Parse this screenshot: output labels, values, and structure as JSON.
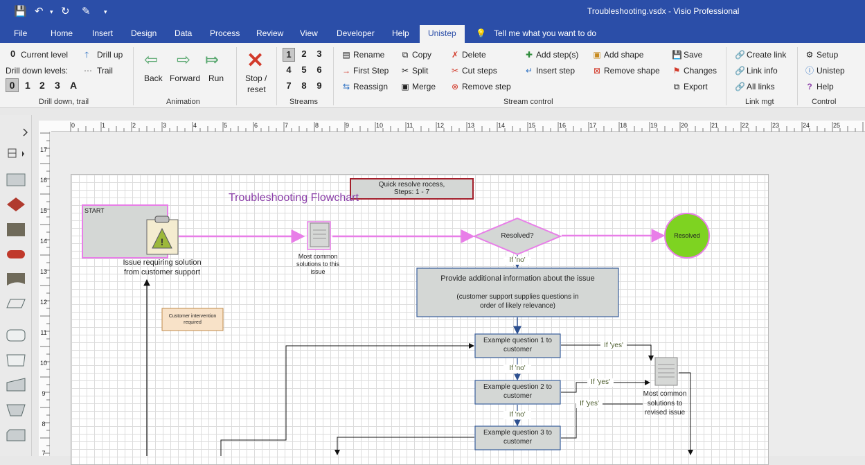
{
  "title_bar": {
    "doc_title": "Troubleshooting.vsdx  -  Visio Professional"
  },
  "menu": [
    "File",
    "Home",
    "Insert",
    "Design",
    "Data",
    "Process",
    "Review",
    "View",
    "Developer",
    "Help",
    "Unistep"
  ],
  "tell_me": "Tell me what you want to do",
  "ribbon": {
    "drill": {
      "current_level": "Current level",
      "current_value": "0",
      "drill_up": "Drill up",
      "drill_down_levels": "Drill down levels:",
      "trail": "Trail",
      "levels": [
        "0",
        "1",
        "2",
        "3",
        "A"
      ],
      "group": "Drill down, trail"
    },
    "animation": {
      "back": "Back",
      "forward": "Forward",
      "run": "Run",
      "group": "Animation"
    },
    "stop": {
      "line1": "Stop /",
      "line2": "reset"
    },
    "streams": {
      "numbers": [
        "1",
        "2",
        "3",
        "4",
        "5",
        "6",
        "7",
        "8",
        "9"
      ],
      "group": "Streams"
    },
    "stream_control": {
      "rename": "Rename",
      "first_step": "First Step",
      "reassign": "Reassign",
      "copy": "Copy",
      "split": "Split",
      "merge": "Merge",
      "delete": "Delete",
      "cut_steps": "Cut steps",
      "remove_step": "Remove step",
      "add_steps": "Add step(s)",
      "insert_step": "Insert step",
      "add_shape": "Add shape",
      "remove_shape": "Remove shape",
      "group": "Stream control"
    },
    "save_group": {
      "save": "Save",
      "changes": "Changes",
      "export": "Export"
    },
    "link_mgt": {
      "create_link": "Create link",
      "link_info": "Link info",
      "all_links": "All links",
      "group": "Link mgt"
    },
    "control": {
      "setup": "Setup",
      "unistep": "Unistep",
      "help": "Help",
      "group": "Control"
    }
  },
  "ruler": {
    "h": [
      "0",
      "1",
      "2",
      "3",
      "4",
      "5",
      "6",
      "7",
      "8",
      "9",
      "10",
      "11",
      "12",
      "13",
      "14",
      "15",
      "16",
      "17",
      "18",
      "19",
      "20",
      "21",
      "22",
      "23",
      "24",
      "25"
    ],
    "v": [
      "17",
      "16",
      "15",
      "14",
      "13",
      "12",
      "11",
      "10",
      "9",
      "8",
      "7"
    ]
  },
  "diagram": {
    "title": "Troubleshooting Flowchart",
    "quick_resolve_1": "Quick resolve rocess,",
    "quick_resolve_2": "Steps: 1 - 7",
    "start": "START",
    "issue_1": "Issue requiring solution",
    "issue_2": "from customer support",
    "most_common_1": "Most common",
    "most_common_2": "solutions to this",
    "most_common_3": "issue",
    "resolved_q": "Resolved?",
    "resolved": "Resolved",
    "if_no": "If 'no'",
    "if_yes": "If 'yes'",
    "provide_1": "Provide additional information about the issue",
    "provide_2": "(customer support supplies questions in",
    "provide_3": "order of likely relevance)",
    "customer_int_1": "Customer intervention",
    "customer_int_2": "required",
    "q1a": "Example question 1 to",
    "q1b": "customer",
    "q2a": "Example question 2 to",
    "q2b": "customer",
    "q3a": "Example question 3 to",
    "q3b": "customer",
    "revised_1": "Most common",
    "revised_2": "solutions to",
    "revised_3": "revised issue"
  }
}
